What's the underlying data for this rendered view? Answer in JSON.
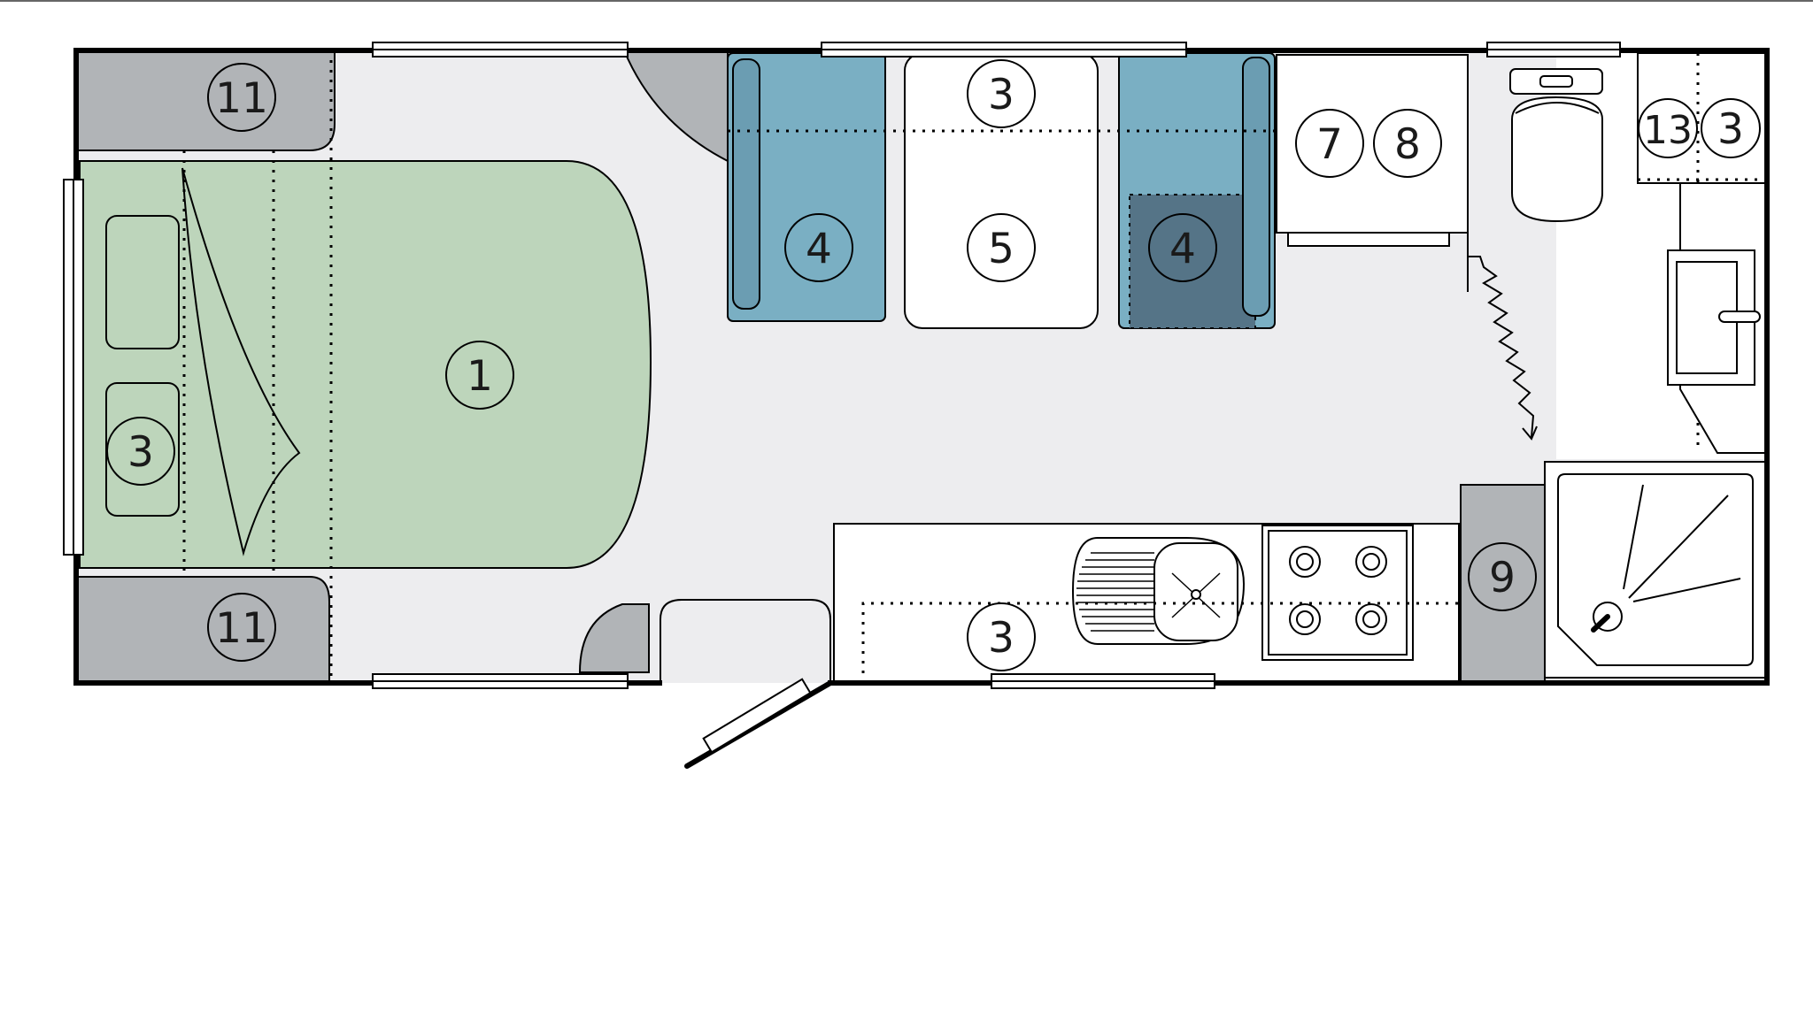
{
  "labels": {
    "bed": "1",
    "storage_top": "3",
    "storage_left": "3",
    "storage_bottom": "3",
    "storage_washroom": "3",
    "seat_left": "4",
    "seat_right": "4",
    "table": "5",
    "unit_a": "7",
    "unit_b": "8",
    "tall_cabinet": "9",
    "wardrobe_top": "11",
    "wardrobe_bottom": "11",
    "washroom_unit": "13"
  },
  "colors": {
    "bed": "#bdd5bb",
    "seat": "#7aafc3",
    "seat_dark": "#557487",
    "seat_arm": "#6b9db2",
    "cabinet": "#b1b4b7",
    "floor": "#ededef",
    "wall": "#000000"
  }
}
